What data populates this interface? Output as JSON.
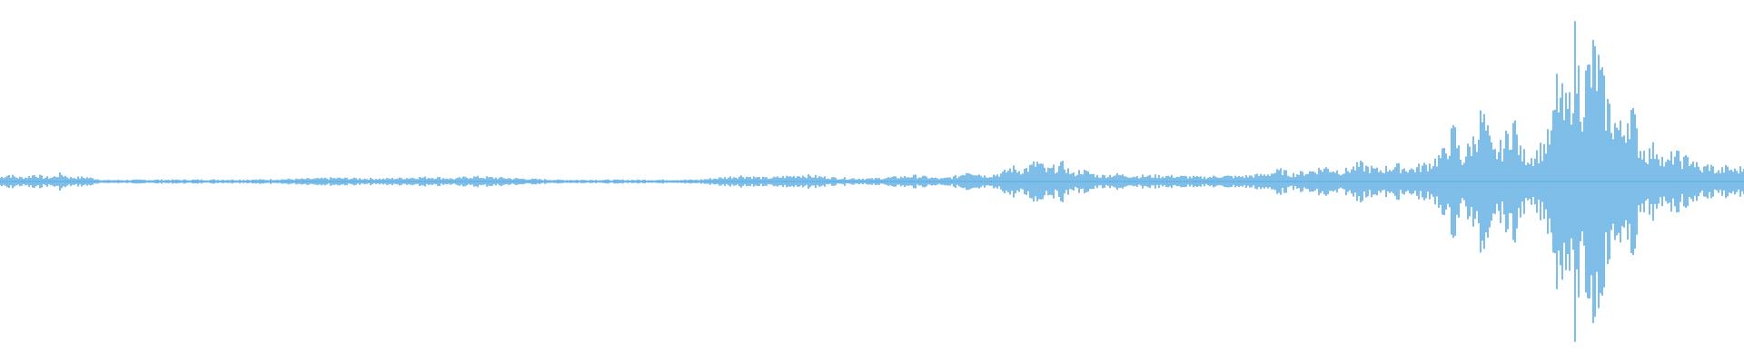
{
  "waveform": {
    "color": "#5dade2",
    "background": "#ffffff",
    "envelope": [
      [
        0.0,
        0.03
      ],
      [
        0.005,
        0.05
      ],
      [
        0.01,
        0.03
      ],
      [
        0.015,
        0.03
      ],
      [
        0.02,
        0.05
      ],
      [
        0.025,
        0.03
      ],
      [
        0.03,
        0.03
      ],
      [
        0.035,
        0.055
      ],
      [
        0.04,
        0.03
      ],
      [
        0.045,
        0.03
      ],
      [
        0.05,
        0.03
      ],
      [
        0.06,
        0.01
      ],
      [
        0.08,
        0.012
      ],
      [
        0.15,
        0.014
      ],
      [
        0.18,
        0.02
      ],
      [
        0.19,
        0.025
      ],
      [
        0.22,
        0.02
      ],
      [
        0.24,
        0.03
      ],
      [
        0.25,
        0.03
      ],
      [
        0.26,
        0.02
      ],
      [
        0.27,
        0.035
      ],
      [
        0.28,
        0.03
      ],
      [
        0.3,
        0.02
      ],
      [
        0.32,
        0.012
      ],
      [
        0.4,
        0.012
      ],
      [
        0.425,
        0.04
      ],
      [
        0.44,
        0.025
      ],
      [
        0.46,
        0.045
      ],
      [
        0.48,
        0.025
      ],
      [
        0.5,
        0.02
      ],
      [
        0.525,
        0.04
      ],
      [
        0.54,
        0.02
      ],
      [
        0.55,
        0.04
      ],
      [
        0.555,
        0.08
      ],
      [
        0.565,
        0.04
      ],
      [
        0.575,
        0.06
      ],
      [
        0.58,
        0.1
      ],
      [
        0.585,
        0.08
      ],
      [
        0.59,
        0.1
      ],
      [
        0.595,
        0.14
      ],
      [
        0.6,
        0.08
      ],
      [
        0.61,
        0.12
      ],
      [
        0.615,
        0.05
      ],
      [
        0.62,
        0.08
      ],
      [
        0.63,
        0.04
      ],
      [
        0.64,
        0.05
      ],
      [
        0.65,
        0.04
      ],
      [
        0.67,
        0.04
      ],
      [
        0.69,
        0.03
      ],
      [
        0.7,
        0.04
      ],
      [
        0.71,
        0.035
      ],
      [
        0.725,
        0.05
      ],
      [
        0.735,
        0.08
      ],
      [
        0.74,
        0.05
      ],
      [
        0.75,
        0.07
      ],
      [
        0.76,
        0.1
      ],
      [
        0.77,
        0.07
      ],
      [
        0.78,
        0.12
      ],
      [
        0.79,
        0.08
      ],
      [
        0.8,
        0.11
      ],
      [
        0.81,
        0.09
      ],
      [
        0.82,
        0.13
      ],
      [
        0.828,
        0.2
      ],
      [
        0.834,
        0.36
      ],
      [
        0.838,
        0.15
      ],
      [
        0.845,
        0.3
      ],
      [
        0.85,
        0.47
      ],
      [
        0.856,
        0.2
      ],
      [
        0.862,
        0.25
      ],
      [
        0.868,
        0.44
      ],
      [
        0.872,
        0.2
      ],
      [
        0.878,
        0.18
      ],
      [
        0.885,
        0.25
      ],
      [
        0.89,
        0.35
      ],
      [
        0.893,
        0.7
      ],
      [
        0.897,
        0.5
      ],
      [
        0.9,
        0.55
      ],
      [
        0.903,
        0.95
      ],
      [
        0.907,
        0.6
      ],
      [
        0.91,
        0.75
      ],
      [
        0.915,
        0.9
      ],
      [
        0.92,
        0.6
      ],
      [
        0.925,
        0.45
      ],
      [
        0.93,
        0.35
      ],
      [
        0.935,
        0.55
      ],
      [
        0.94,
        0.25
      ],
      [
        0.945,
        0.2
      ],
      [
        0.95,
        0.25
      ],
      [
        0.955,
        0.12
      ],
      [
        0.96,
        0.2
      ],
      [
        0.965,
        0.15
      ],
      [
        0.97,
        0.17
      ],
      [
        0.975,
        0.08
      ],
      [
        0.98,
        0.12
      ],
      [
        0.985,
        0.07
      ],
      [
        0.99,
        0.1
      ],
      [
        0.995,
        0.08
      ],
      [
        1.0,
        0.1
      ]
    ]
  }
}
